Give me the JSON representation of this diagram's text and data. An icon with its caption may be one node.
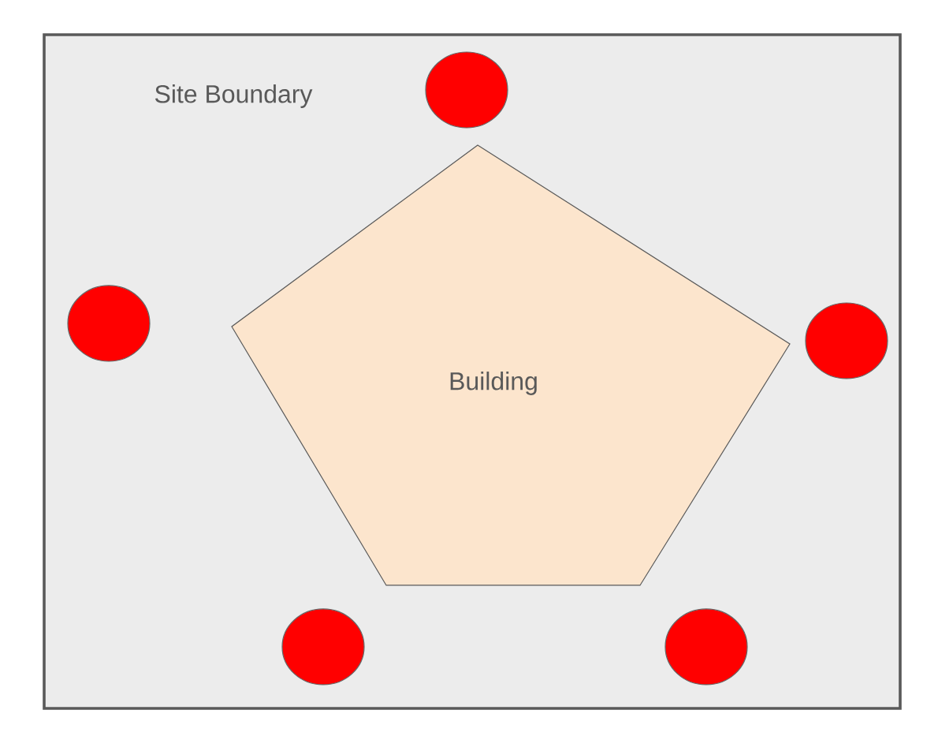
{
  "diagram": {
    "nodes": [
      {
        "text": [
          "Site Boundary"
        ]
      },
      {
        "text": [
          "Building"
        ],
        "in": 0
      },
      {
        "text": [],
        "shape": "circle",
        "in": 0
      },
      {
        "text": [],
        "shape": "circle",
        "in": 0
      },
      {
        "text": [],
        "shape": "circle",
        "in": 0
      },
      {
        "text": [],
        "shape": "circle",
        "in": 0
      },
      {
        "text": [],
        "shape": "circle",
        "in": 0
      }
    ]
  }
}
